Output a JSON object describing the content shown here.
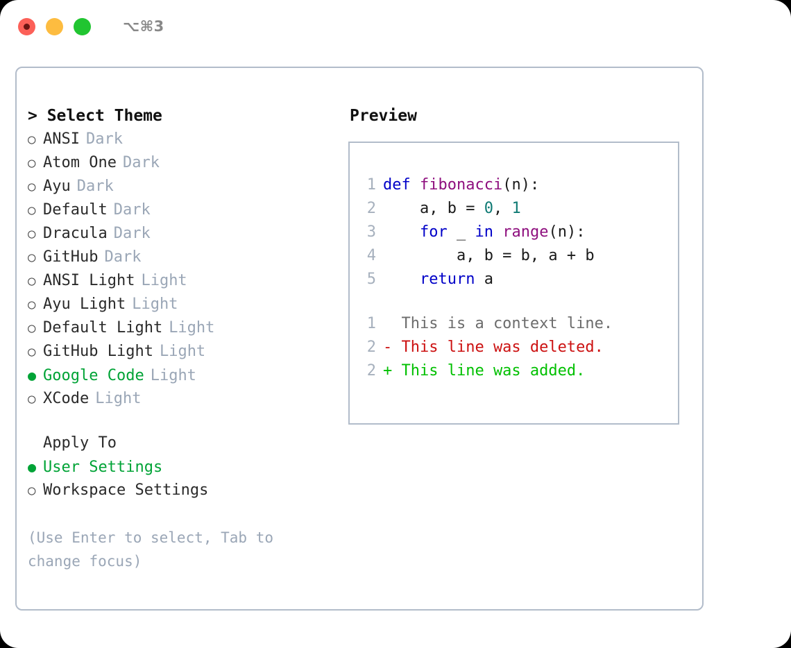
{
  "titlebar": {
    "shortcut": "⌥⌘3",
    "buttons": [
      {
        "name": "close",
        "color": "#fc6058"
      },
      {
        "name": "minimize",
        "color": "#fdbc40"
      },
      {
        "name": "maximize",
        "color": "#21c531"
      }
    ]
  },
  "theme_section": {
    "caret": "> ",
    "title": "Select Theme",
    "selected_index": 10,
    "items": [
      {
        "bullet": "○",
        "label": "ANSI",
        "tag": "Dark",
        "selected": false
      },
      {
        "bullet": "○",
        "label": "Atom One",
        "tag": "Dark",
        "selected": false
      },
      {
        "bullet": "○",
        "label": "Ayu",
        "tag": "Dark",
        "selected": false
      },
      {
        "bullet": "○",
        "label": "Default",
        "tag": "Dark",
        "selected": false
      },
      {
        "bullet": "○",
        "label": "Dracula",
        "tag": "Dark",
        "selected": false
      },
      {
        "bullet": "○",
        "label": "GitHub",
        "tag": "Dark",
        "selected": false
      },
      {
        "bullet": "○",
        "label": "ANSI Light",
        "tag": "Light",
        "selected": false
      },
      {
        "bullet": "○",
        "label": "Ayu Light",
        "tag": "Light",
        "selected": false
      },
      {
        "bullet": "○",
        "label": "Default Light",
        "tag": "Light",
        "selected": false
      },
      {
        "bullet": "○",
        "label": "GitHub Light",
        "tag": "Light",
        "selected": false
      },
      {
        "bullet": "●",
        "label": "Google Code",
        "tag": "Light",
        "selected": true
      },
      {
        "bullet": "○",
        "label": "XCode",
        "tag": "Light",
        "selected": false
      }
    ]
  },
  "apply_section": {
    "title": "Apply To",
    "items": [
      {
        "bullet": "●",
        "label": "User Settings",
        "selected": true
      },
      {
        "bullet": "○",
        "label": "Workspace Settings",
        "selected": false
      }
    ]
  },
  "hint": "(Use Enter to select, Tab to change focus)",
  "preview": {
    "title": "Preview",
    "code_lines": [
      {
        "no": "1",
        "tokens": [
          {
            "t": "def ",
            "c": "kw"
          },
          {
            "t": "fibonacci",
            "c": "fn"
          },
          {
            "t": "(n):",
            "c": "pl"
          }
        ]
      },
      {
        "no": "2",
        "tokens": [
          {
            "t": "    a, b = ",
            "c": "pl"
          },
          {
            "t": "0",
            "c": "num"
          },
          {
            "t": ", ",
            "c": "pl"
          },
          {
            "t": "1",
            "c": "num"
          }
        ]
      },
      {
        "no": "3",
        "tokens": [
          {
            "t": "    ",
            "c": "pl"
          },
          {
            "t": "for",
            "c": "kw"
          },
          {
            "t": " _ ",
            "c": "pl"
          },
          {
            "t": "in",
            "c": "kw"
          },
          {
            "t": " ",
            "c": "pl"
          },
          {
            "t": "range",
            "c": "fn"
          },
          {
            "t": "(n):",
            "c": "pl"
          }
        ]
      },
      {
        "no": "4",
        "tokens": [
          {
            "t": "        a, b = b, a + b",
            "c": "pl"
          }
        ]
      },
      {
        "no": "5",
        "tokens": [
          {
            "t": "    ",
            "c": "pl"
          },
          {
            "t": "return",
            "c": "kw"
          },
          {
            "t": " a",
            "c": "pl"
          }
        ]
      }
    ],
    "diff_lines": [
      {
        "no": "1",
        "tokens": [
          {
            "t": "  This is a context line.",
            "c": "ctx"
          }
        ]
      },
      {
        "no": "2",
        "tokens": [
          {
            "t": "- This line was deleted.",
            "c": "del"
          }
        ]
      },
      {
        "no": "2",
        "tokens": [
          {
            "t": "+ This line was added.",
            "c": "add"
          }
        ]
      }
    ]
  },
  "colors": {
    "accent_green": "#00a336",
    "tag_grey": "#9aa6b6",
    "border": "#b2bcca",
    "keyword": "#0000c8",
    "function": "#8e0f7e",
    "number": "#0f7a74",
    "diff_deleted": "#cc1111",
    "diff_added": "#00c000",
    "linenumber": "#a6b0bd"
  }
}
